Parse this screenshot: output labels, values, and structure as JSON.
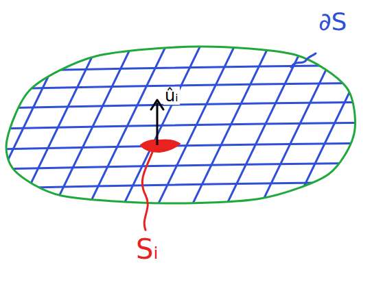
{
  "diagram": {
    "labels": [
      "∂S",
      "ûᵢ",
      "Sᵢ"
    ]
  }
}
